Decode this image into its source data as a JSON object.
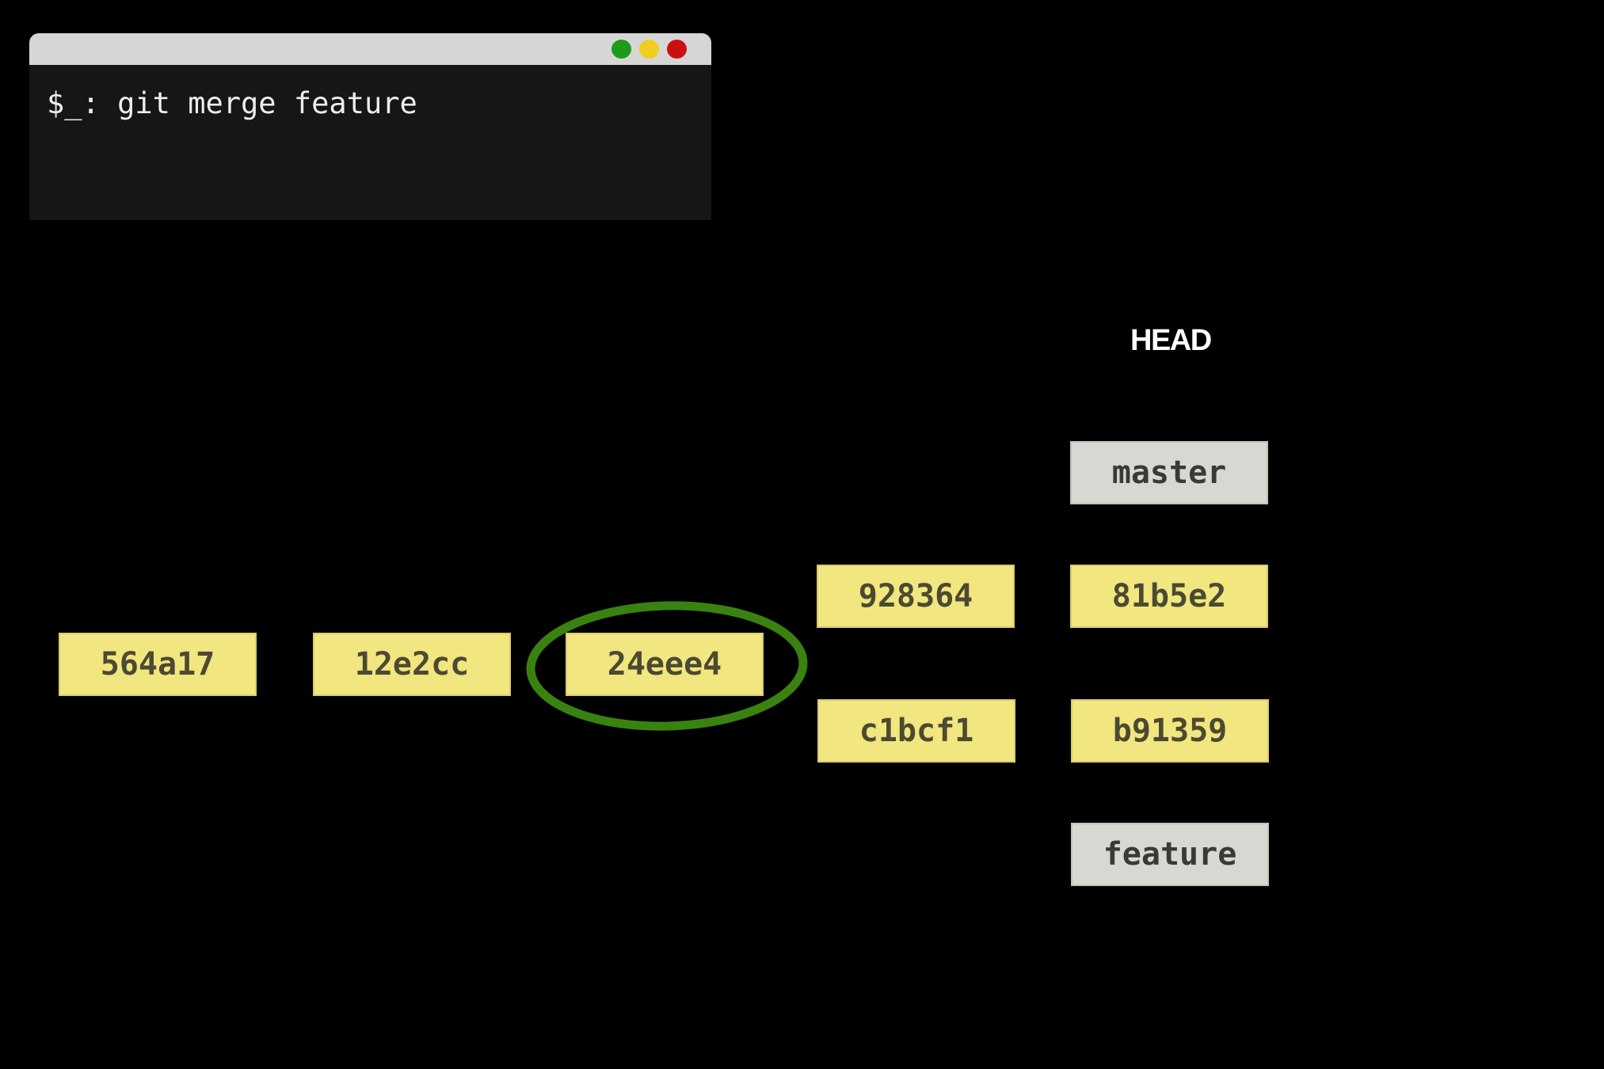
{
  "terminal": {
    "prompt": "$_: git merge feature",
    "window_buttons": [
      "green",
      "yellow",
      "red"
    ]
  },
  "labels": {
    "head": "HEAD"
  },
  "graph": {
    "commits": [
      {
        "id": "564a17"
      },
      {
        "id": "12e2cc"
      },
      {
        "id": "24eee4"
      },
      {
        "id": "928364"
      },
      {
        "id": "c1bcf1"
      },
      {
        "id": "81b5e2"
      },
      {
        "id": "b91359"
      }
    ],
    "branches": [
      {
        "name": "master"
      },
      {
        "name": "feature"
      }
    ],
    "highlighted_commit": "24eee4"
  },
  "colors": {
    "background": "#000000",
    "terminal-bg": "#161616",
    "terminal-titlebar": "#d6d6d6",
    "terminal-text": "#ededed",
    "light-green": "#1d9b1d",
    "light-yellow": "#f0cd1f",
    "light-red": "#cb0f0f",
    "commit-fill": "#f1e67f",
    "commit-border": "#d8cc6d",
    "commit-text": "#4b4a31",
    "branch-fill": "#d8d8d2",
    "branch-border": "#c2c2bc",
    "branch-text": "#3a3a35",
    "head-text": "#ffffff",
    "highlight": "#3a8210"
  }
}
